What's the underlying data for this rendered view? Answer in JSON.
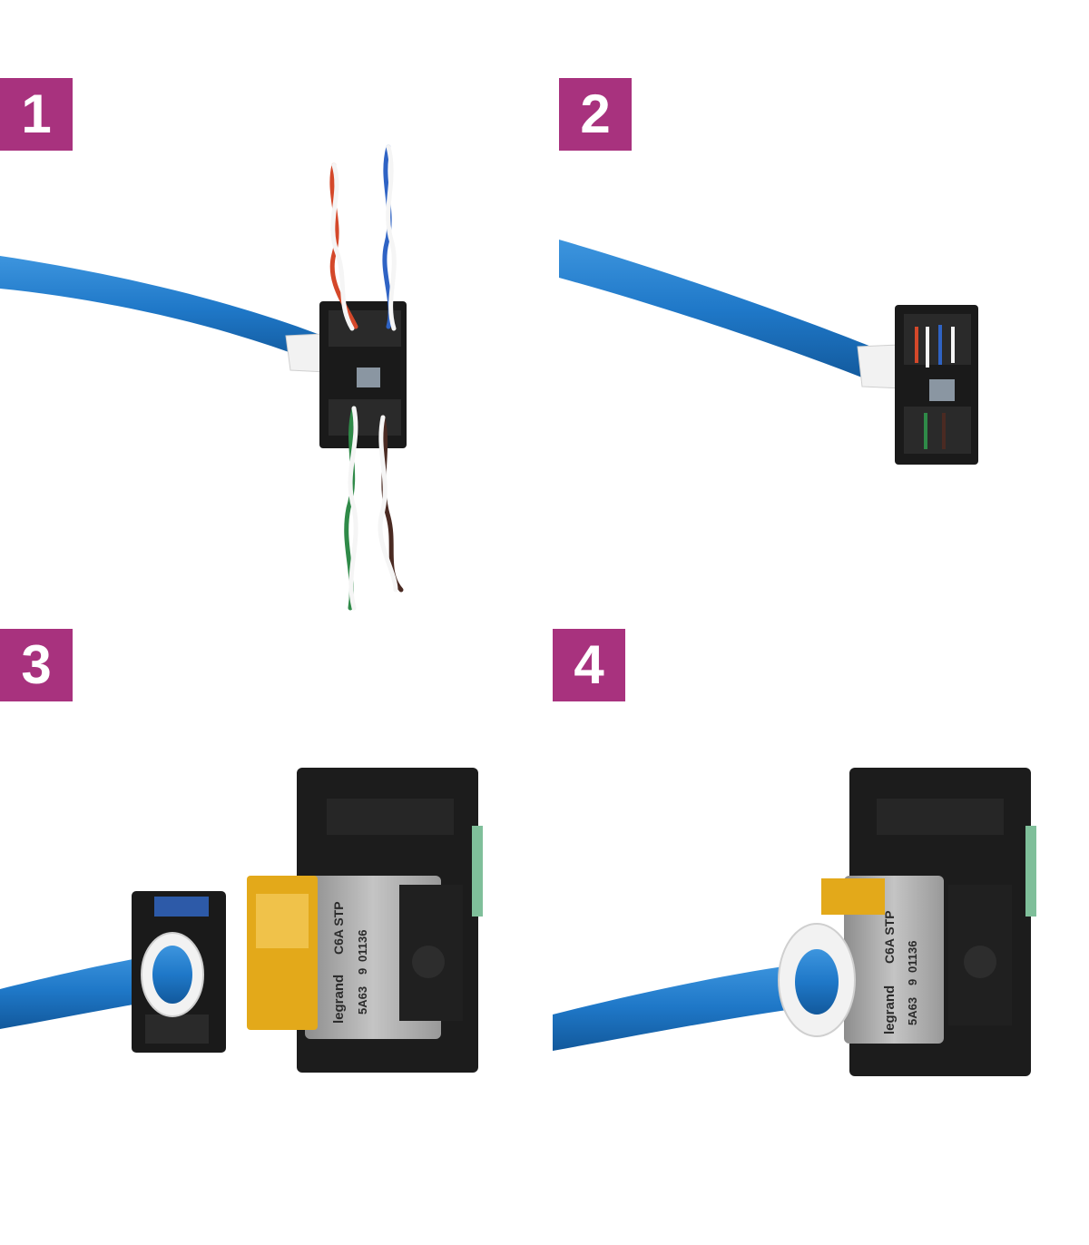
{
  "steps": [
    {
      "number": "1"
    },
    {
      "number": "2"
    },
    {
      "number": "3"
    },
    {
      "number": "4"
    }
  ],
  "connector": {
    "brand_label": "legrand",
    "model_label": "C6A STP",
    "code_label_1": "5A63",
    "code_label_2": "9",
    "code_label_3": "01136"
  },
  "colors": {
    "badge": "#a8327e",
    "cable": "#1f78c8",
    "housing": "#1a1a1a",
    "shield": "#a9a9a9",
    "yellow_clip": "#e3a91a"
  }
}
